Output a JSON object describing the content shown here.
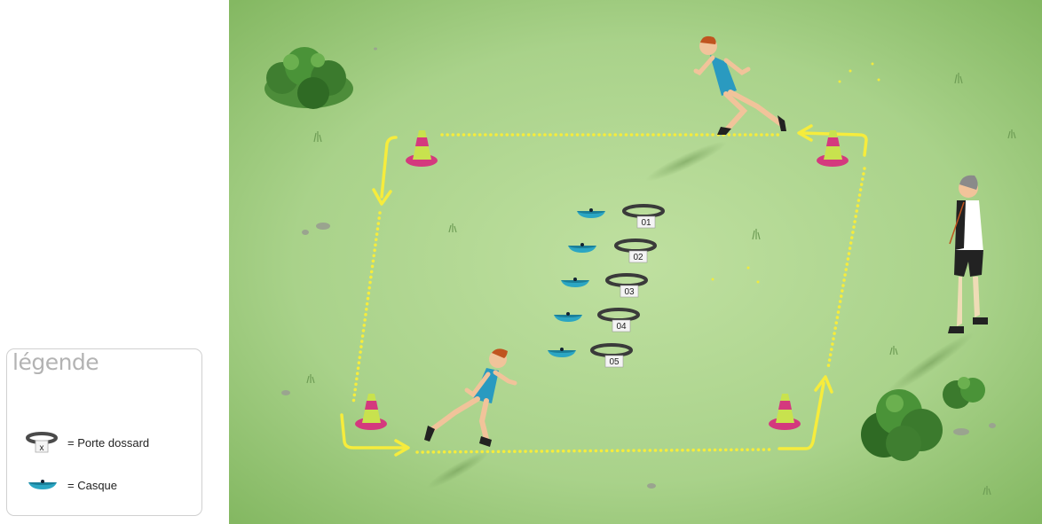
{
  "legend": {
    "title": "légende",
    "items": [
      {
        "symbol": "x",
        "label": "= Porte dossard"
      },
      {
        "symbol": "casque-icon",
        "label": "= Casque"
      }
    ]
  },
  "field": {
    "colors": {
      "grass": "#a9d28a",
      "path": "#f6ec3c",
      "cone": "#c8e24e",
      "cone_base": "#d4397e",
      "helmet": "#2ba6c3"
    },
    "bib_holders": [
      "01",
      "02",
      "03",
      "04",
      "05"
    ]
  }
}
